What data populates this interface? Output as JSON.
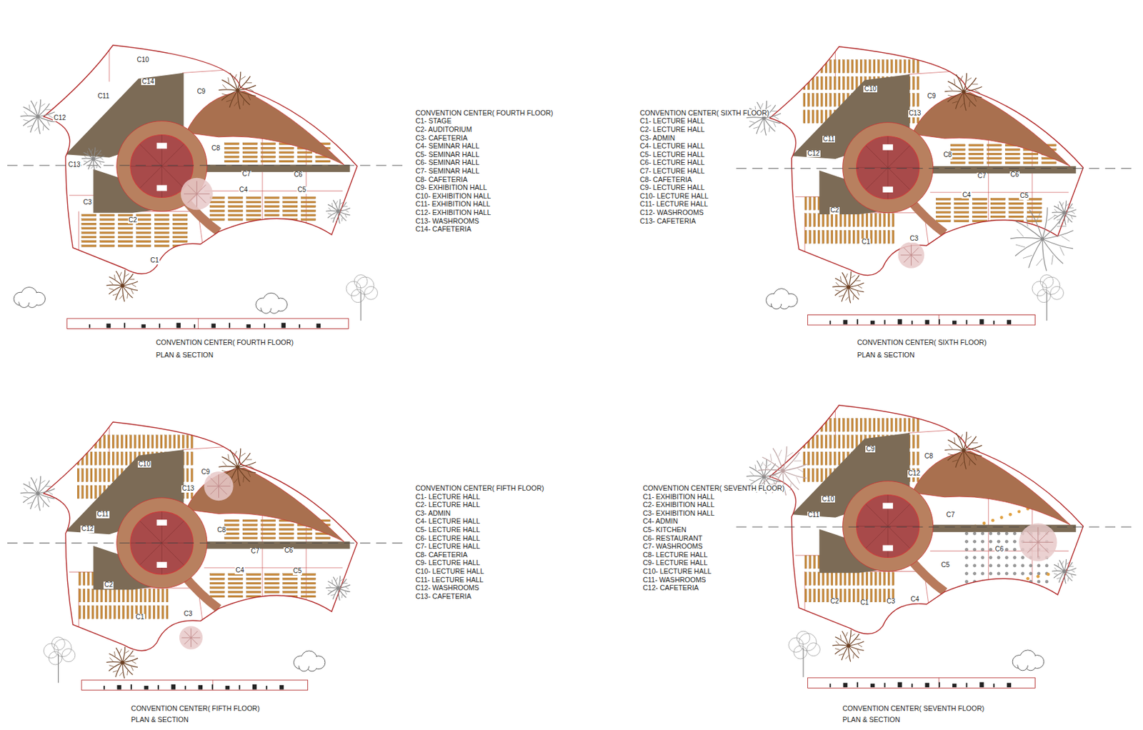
{
  "diagram": {
    "labels": [
      "CONVENTION CENTER( FOURTH FLOOR)",
      "C1- STAGE",
      "C2- AUDITORIUM",
      "C3- CAFETERIA",
      "C4- SEMINAR HALL",
      "C5- SEMINAR HALL",
      "C6- SEMINAR HALL",
      "C7- SEMINAR HALL",
      "C8- CAFETERIA",
      "C9- EXHIBITION HALL",
      "C10- EXHIBITION HALL",
      "C11- EXHIBITION HALL",
      "C12- EXHIBITION HALL",
      "C13- WASHROOMS",
      "C14- CAFETERIA",
      "C10",
      "C11",
      "C14",
      "C9",
      "C12",
      "C13",
      "C8",
      "C7",
      "C6",
      "C4",
      "C5",
      "C3",
      "C2",
      "C1",
      "CONVENTION CENTER( FOURTH FLOOR)",
      "PLAN & SECTION",
      "CONVENTION CENTER( SIXTH FLOOR)",
      "C1- LECTURE HALL",
      "C2- LECTURE HALL",
      "C3- ADMIN",
      "C4- LECTURE HALL",
      "C5- LECTURE HALL",
      "C6- LECTURE HALL",
      "C7- LECTURE HALL",
      "C8- CAFETERIA",
      "C9- LECTURE HALL",
      "C10- LECTURE HALL",
      "C11- LECTURE HALL",
      "C12- WASHROOMS",
      "C13- CAFETERIA",
      "C10",
      "C9",
      "C13",
      "C11",
      "C12",
      "C8",
      "C7",
      "C6",
      "C4",
      "C5",
      "C2",
      "C1",
      "C3",
      "CONVENTION CENTER( SIXTH FLOOR)",
      "PLAN & SECTION",
      "CONVENTION CENTER( FIFTH FLOOR)",
      "C1- LECTURE HALL",
      "C2- LECTURE HALL",
      "C3- ADMIN",
      "C4- LECTURE HALL",
      "C5- LECTURE HALL",
      "C6- LECTURE HALL",
      "C7- LECTURE HALL",
      "C8- CAFETERIA",
      "C9- LECTURE HALL",
      "C10- LECTURE HALL",
      "C11- LECTURE HALL",
      "C12- WASHROOMS",
      "C13- CAFETERIA",
      "C10",
      "C9",
      "C13",
      "C11",
      "C12",
      "C8",
      "C7",
      "C6",
      "C4",
      "C5",
      "C2",
      "C1",
      "C3",
      "CONVENTION CENTER( FIFTH FLOOR)",
      "PLAN & SECTION",
      "CONVENTION CENTER( SEVENTH FLOOR)",
      "C1- EXHIBITION HALL",
      "C2- EXHIBITION HALL",
      "C3- EXHIBITION HALL",
      "C4- ADMIN",
      "C5- KITCHEN",
      "C6- RESTAURANT",
      "C7- WASHROOMS",
      "C8- LECTURE HALL",
      "C9- LECTURE HALL",
      "C10- LECTURE HALL",
      "C11- WASHROOMS",
      "C12- CAFETERIA",
      "C9",
      "C8",
      "C12",
      "C10",
      "C11",
      "C7",
      "C5",
      "C6",
      "C2",
      "C1",
      "C3",
      "C4",
      "CONVENTION CENTER( SEVENTH FLOOR)",
      "PLAN & SECTION"
    ]
  }
}
